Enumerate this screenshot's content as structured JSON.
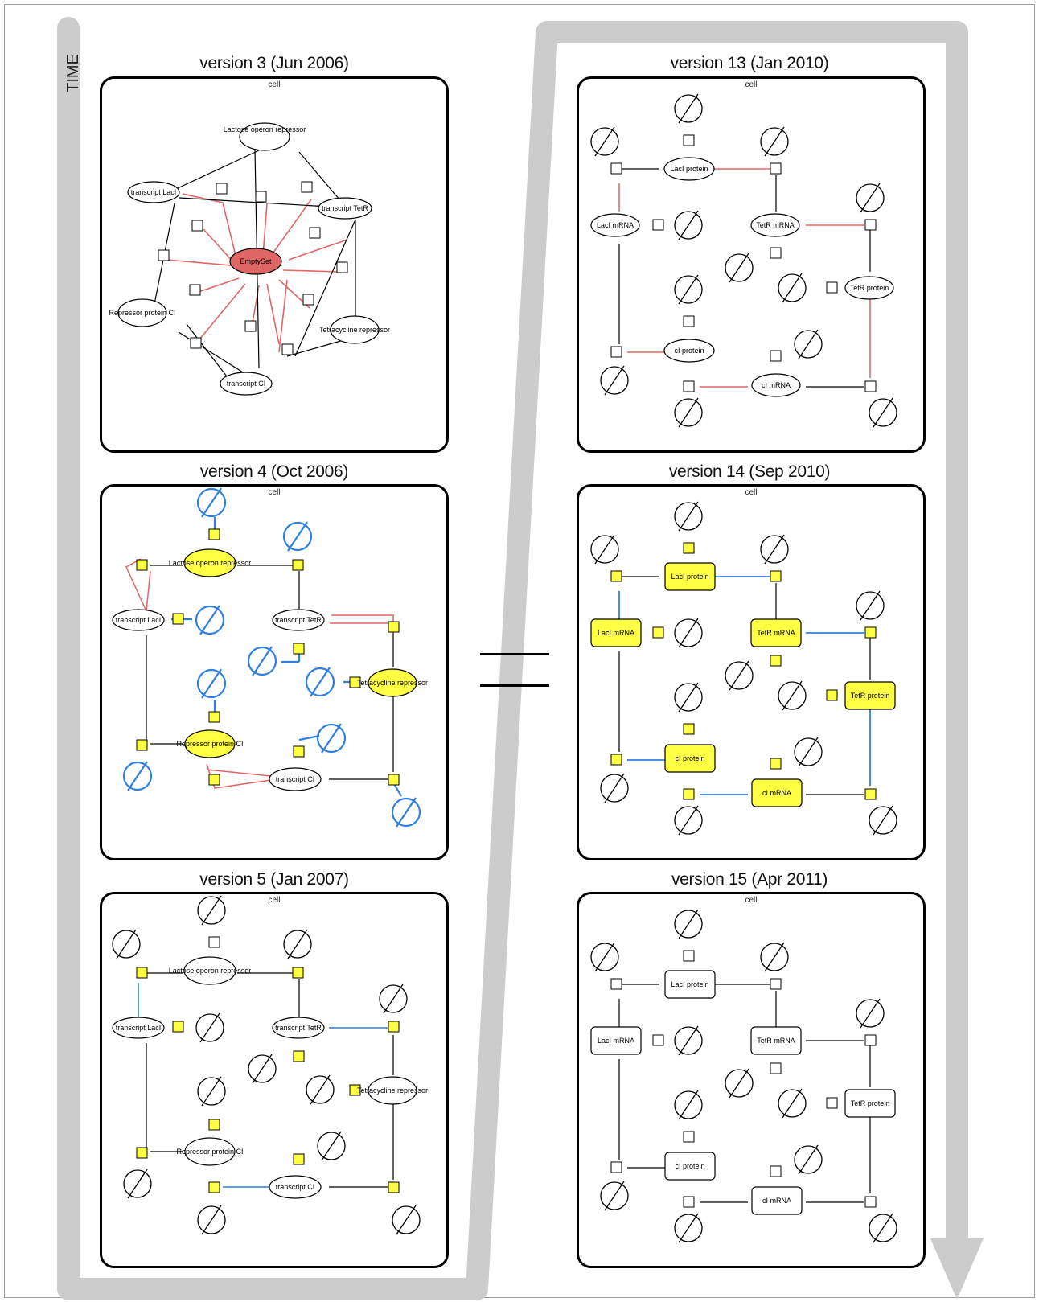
{
  "time_label": "TIME",
  "container_label": "cell",
  "colors": {
    "time_arrow": "#cccccc",
    "emptyset_fill": "#e06666",
    "highlight_fill": "#ffff44",
    "red_edge": "#e06666",
    "blue_edge": "#2f7fe0"
  },
  "panels": [
    {
      "id": "v3",
      "title": "version 3 (Jun 2006)",
      "nodes": {
        "lactose": "Lactose operon repressor",
        "lacI": "transcript LacI",
        "tetR": "transcript TetR",
        "emptyset": "EmptySet",
        "cI_prot": "Repressor protein CI",
        "tet": "Tetracycline repressor",
        "cI": "transcript CI"
      }
    },
    {
      "id": "v4",
      "title": "version 4 (Oct 2006)",
      "nodes": {
        "lactose": "Lactose operon repressor",
        "lacI": "transcript LacI",
        "tetR": "transcript TetR",
        "tet": "Tetracycline repressor",
        "cI_prot": "Repressor protein CI",
        "cI": "transcript CI"
      }
    },
    {
      "id": "v5",
      "title": "version 5 (Jan 2007)",
      "nodes": {
        "lactose": "Lactose operon repressor",
        "lacI": "transcript LacI",
        "tetR": "transcript TetR",
        "tet": "Tetracycline repressor",
        "cI_prot": "Repressor protein CI",
        "cI": "transcript CI"
      }
    },
    {
      "id": "v13",
      "title": "version 13 (Jan 2010)",
      "nodes": {
        "lacP": "LacI protein",
        "lacM": "LacI mRNA",
        "tetM": "TetR mRNA",
        "tetP": "TetR protein",
        "cP": "cI protein",
        "cM": "cI mRNA"
      }
    },
    {
      "id": "v14",
      "title": "version 14 (Sep 2010)",
      "nodes": {
        "lacP": "LacI protein",
        "lacM": "LacI mRNA",
        "tetM": "TetR mRNA",
        "tetP": "TetR protein",
        "cP": "cI protein",
        "cM": "cI mRNA"
      }
    },
    {
      "id": "v15",
      "title": "version 15 (Apr 2011)",
      "nodes": {
        "lacP": "LacI protein",
        "lacM": "LacI mRNA",
        "tetM": "TetR mRNA",
        "tetP": "TetR protein",
        "cP": "cI protein",
        "cM": "cI mRNA"
      }
    }
  ]
}
